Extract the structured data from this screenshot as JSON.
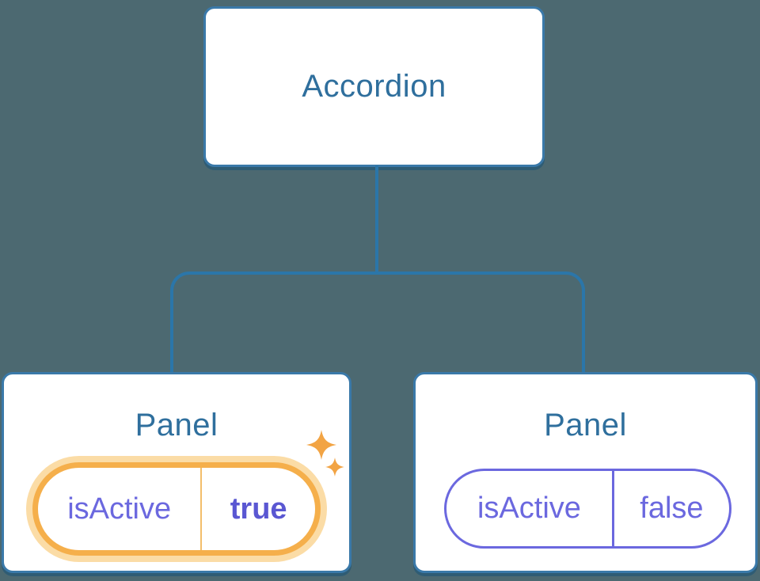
{
  "colors": {
    "bg": "#4C6971",
    "line-blue": "#2B76A9",
    "border-blue": "#3A79A9",
    "shadow-blue": "rgba(24, 82, 118, 0.55)",
    "title-blue": "#2F6F9D",
    "purple": "#6B68DF",
    "purple-bold": "#5A57D2",
    "orange": "#F5AF4B",
    "orange-glow": "#FBDCA6",
    "orange-divider": "#F3BE6B",
    "sparkle-orange": "#F2A444"
  },
  "tree": {
    "root": {
      "label": "Accordion"
    },
    "panels": [
      {
        "title": "Panel",
        "state_name": "isActive",
        "state_value": "true",
        "active": true
      },
      {
        "title": "Panel",
        "state_name": "isActive",
        "state_value": "false",
        "active": false
      }
    ]
  }
}
